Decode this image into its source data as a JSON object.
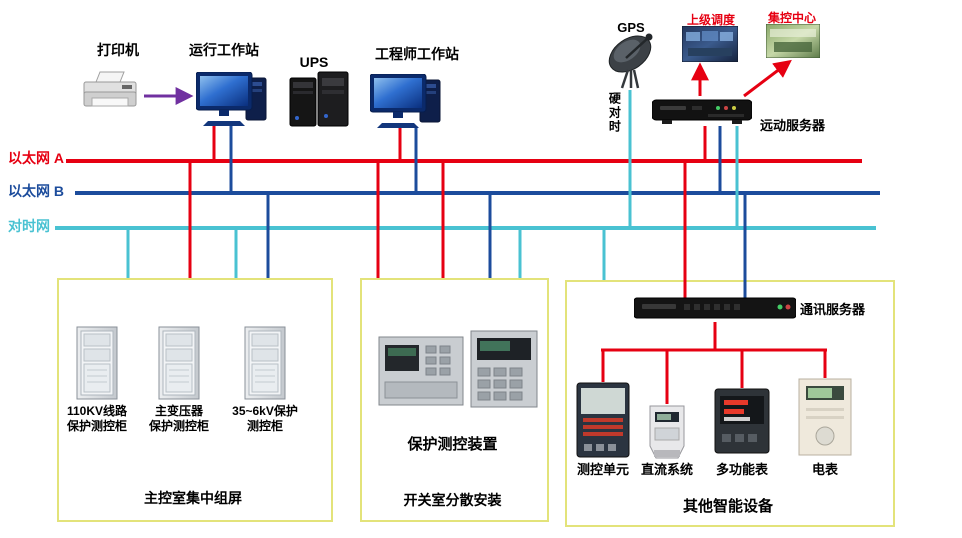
{
  "colors": {
    "bus_a": "#e60012",
    "bus_b": "#1c4c9c",
    "sync": "#49c2d2",
    "purple": "#7030a0",
    "box_border": "#e3e37a",
    "label_red": "#e60012"
  },
  "top": {
    "printer": "打印机",
    "op_station": "运行工作站",
    "ups": "UPS",
    "eng_station": "工程师工作站",
    "gps": "GPS",
    "dispatch": "上级调度",
    "control_center": "集控中心",
    "remote_server": "远动服务器",
    "hard_sync": "硬对时"
  },
  "buses": {
    "a": "以太网 A",
    "b": "以太网 B",
    "sync": "对时网"
  },
  "left_box": {
    "cabinets": [
      {
        "line1": "110KV线路",
        "line2": "保护测控柜"
      },
      {
        "line1": "主变压器",
        "line2": "保护测控柜"
      },
      {
        "line1": "35~6kV保护",
        "line2": "测控柜"
      }
    ],
    "caption": "主控室集中组屏"
  },
  "middle_box": {
    "device_label": "保护测控装置",
    "caption": "开关室分散安装"
  },
  "right_box": {
    "comm_server": "通讯服务器",
    "devices": [
      "测控单元",
      "直流系统",
      "多功能表",
      "电表"
    ],
    "caption": "其他智能设备"
  }
}
